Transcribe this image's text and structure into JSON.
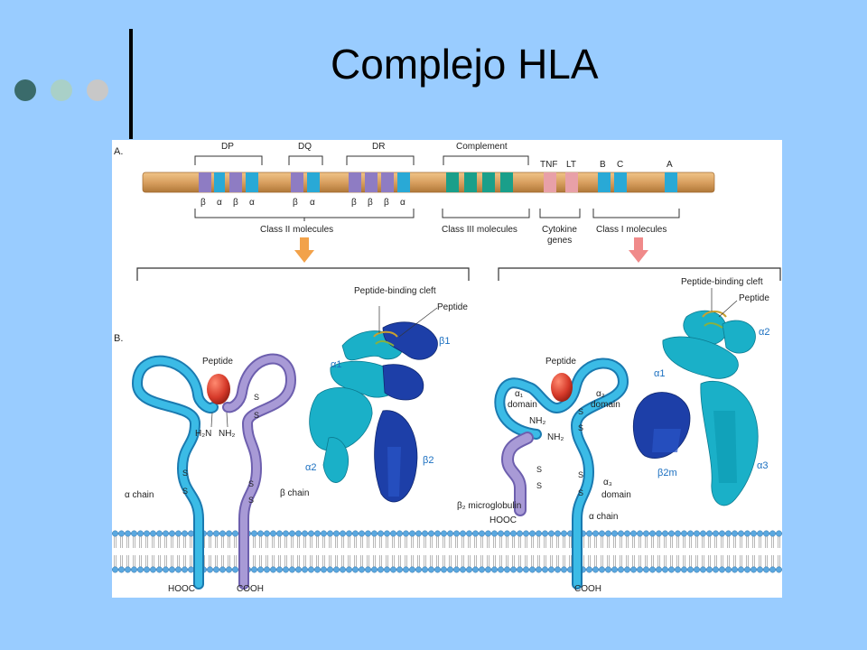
{
  "slide": {
    "title": "Complejo HLA"
  },
  "figure": {
    "section_a": "A.",
    "section_b": "B.",
    "loci_top": [
      "DP",
      "DQ",
      "DR",
      "Complement",
      "TNF",
      "LT",
      "B",
      "C",
      "A"
    ],
    "dp_subunits": [
      "β",
      "α",
      "β",
      "α"
    ],
    "dq_subunits": [
      "β",
      "α"
    ],
    "dr_subunits": [
      "β",
      "β",
      "β",
      "α"
    ],
    "groups": [
      "Class II molecules",
      "Class III molecules",
      "Cytokine",
      "genes",
      "Class I molecules"
    ],
    "class2": {
      "peptide": "Peptide",
      "h2n": "H₂N",
      "nh2": "NH₂",
      "alpha_chain": "α chain",
      "beta_chain": "β chain",
      "hooc": "HOOC",
      "cooh": "COOH",
      "cleft": "Peptide-binding cleft",
      "peptide_label": "Peptide",
      "a1": "α1",
      "b1": "β1",
      "a2": "α2",
      "b2": "β2"
    },
    "class1": {
      "peptide": "Peptide",
      "a1_domain": "α₁",
      "a2_domain": "α₂",
      "domain": "domain",
      "nh2a": "NH₂",
      "nh2b": "NH₂",
      "a3_domain": "α₃",
      "b2m_label": "β₂ microglobulin",
      "hooc": "HOOC",
      "alpha_chain": "α chain",
      "cooh": "COOH",
      "cleft": "Peptide-binding cleft",
      "peptide_label": "Peptide",
      "a2": "α2",
      "a1": "α1",
      "b2m": "β2m",
      "a3": "α3"
    },
    "ss": "S"
  },
  "colors": {
    "background": "#99ccff",
    "dot_dark": "#3a6b6b",
    "dot_mid": "#a9d0c8",
    "dot_light": "#c8c8c8",
    "chromosome": "#d9a060",
    "class2_band": "#8e7cc3",
    "class2_band_alt": "#29a9d6",
    "class3_band": "#1a9f8a",
    "cytokine_band": "#e8a0a8",
    "class1_band": "#29a9d6",
    "alpha_chain": "#3bbbe6",
    "beta_chain": "#a89ad6",
    "peptide": "#d63a2a",
    "ribbon_cyan": "#1ab0c8",
    "ribbon_blue": "#1d3fa8",
    "arrow_orange": "#f2a24a",
    "arrow_pink": "#f08a8a"
  }
}
